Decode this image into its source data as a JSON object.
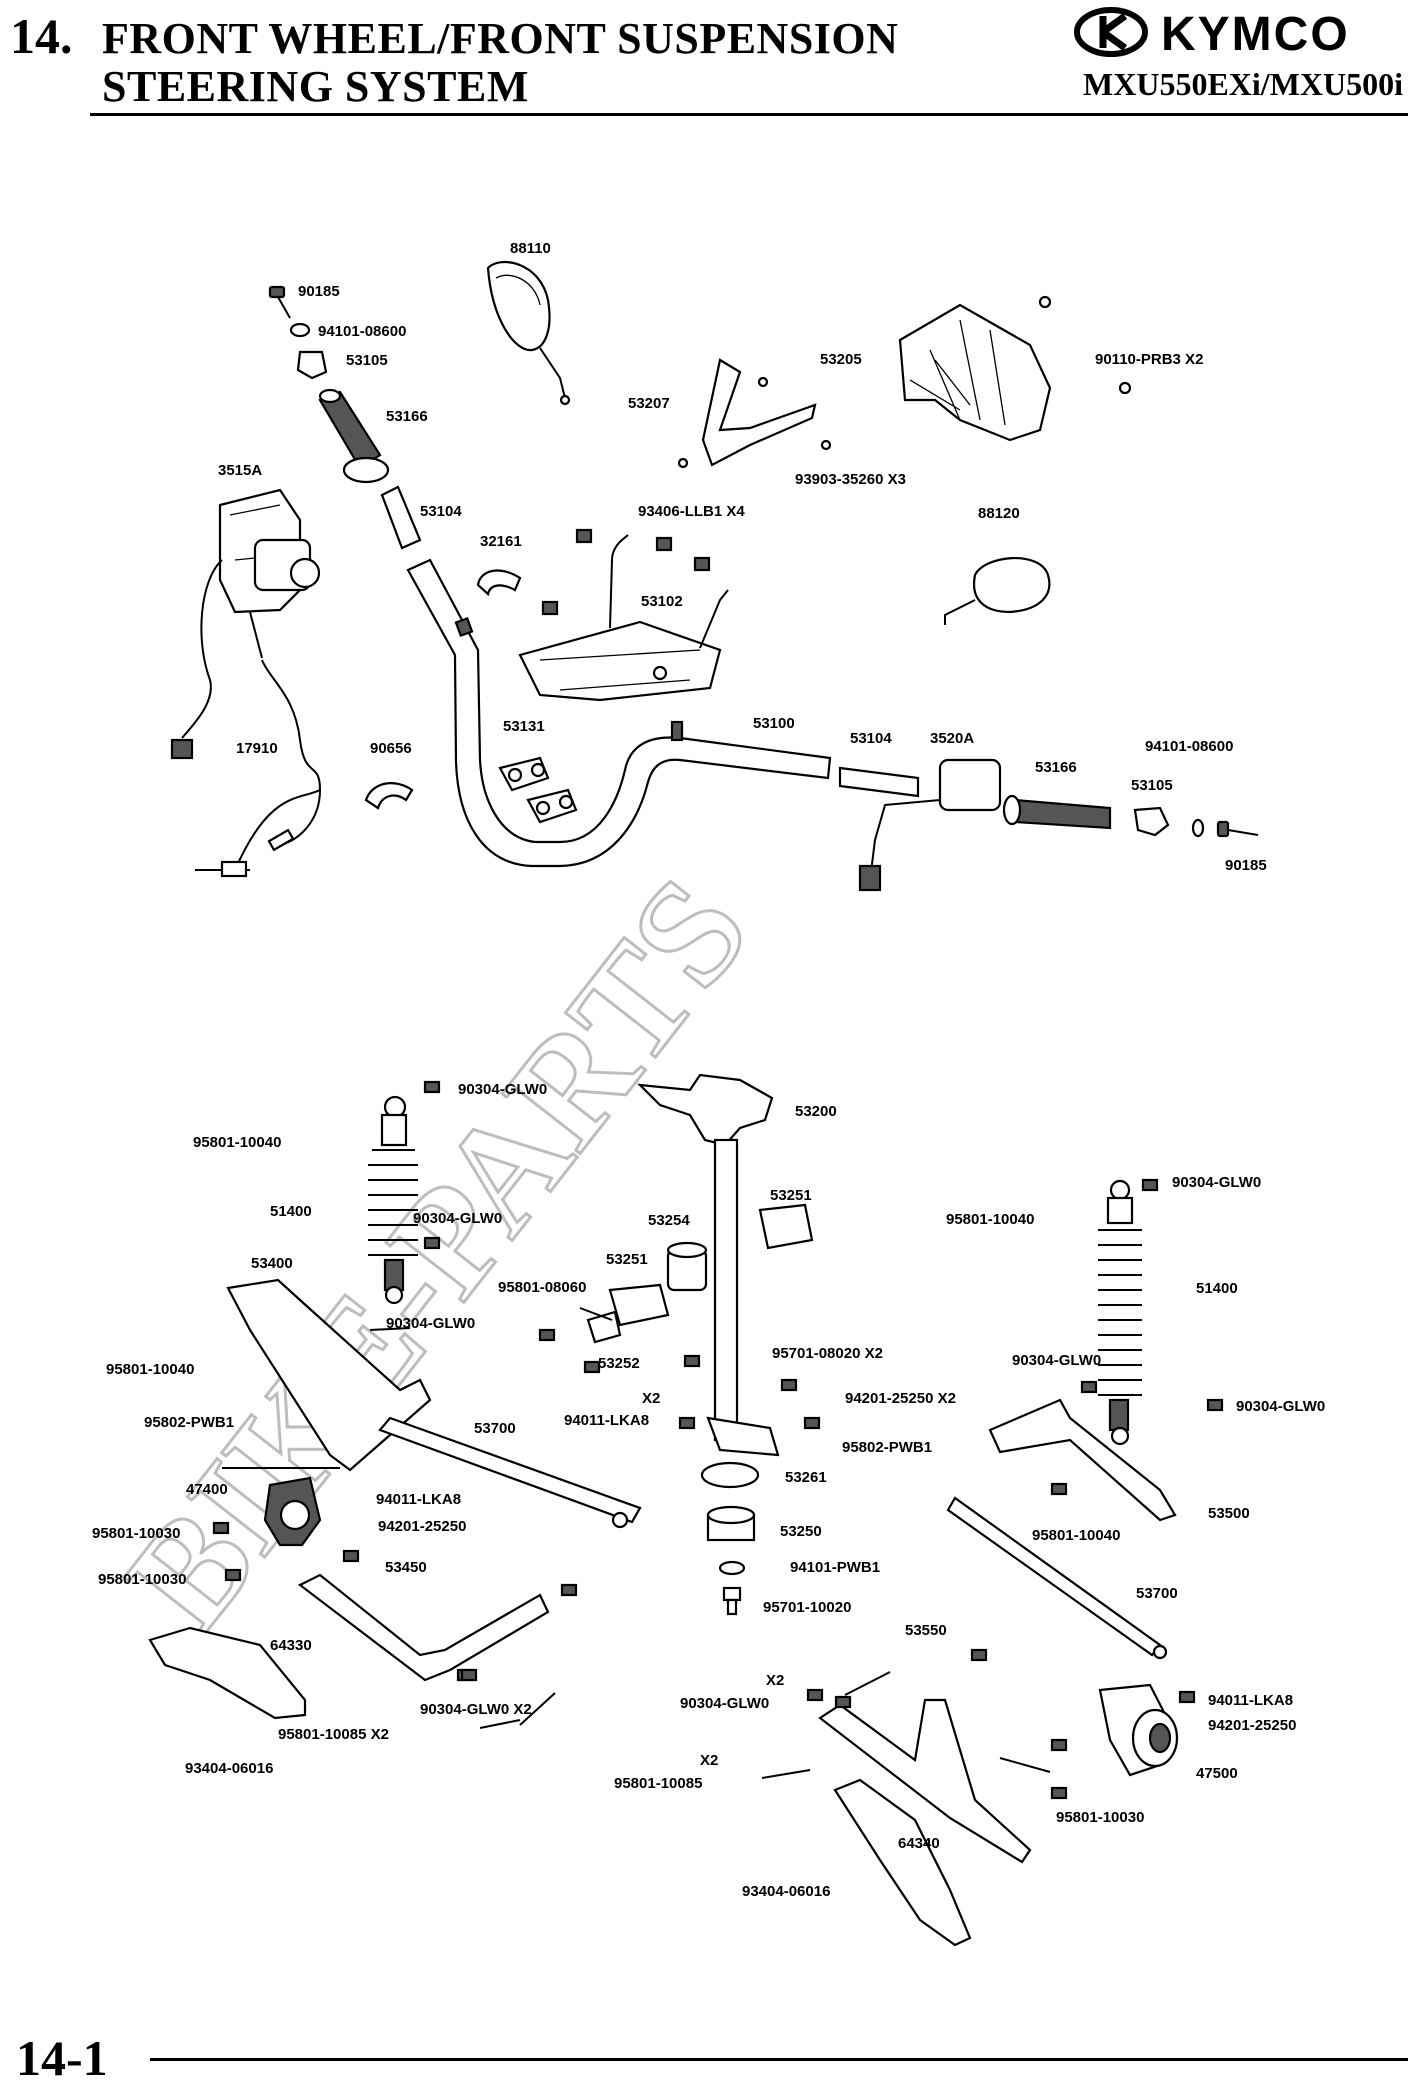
{
  "header": {
    "chapter_number": "14.",
    "title_line1": "FRONT WHEEL/FRONT SUSPENSION",
    "title_line2": "STEERING SYSTEM",
    "brand": "KYMCO",
    "model": "MXU550EXi/MXU500i"
  },
  "watermark": "BIKE-PARTS",
  "footer": {
    "page_number": "14-1"
  },
  "colors": {
    "ink": "#000000",
    "watermark": "#bdbdbd",
    "background": "#ffffff"
  },
  "part_labels": {
    "p88110": "88110",
    "p90185_top": "90185",
    "p94101_08600_top": "94101-08600",
    "p53105_top": "53105",
    "p53166_top": "53166",
    "p53207": "53207",
    "p53205": "53205",
    "p90110": "90110-PRB3 X2",
    "p93903": "93903-35260 X3",
    "p3515A": "3515A",
    "p53104_top": "53104",
    "p93406": "93406-LLB1 X4",
    "p88120": "88120",
    "p32161": "32161",
    "p53102": "53102",
    "p17910": "17910",
    "p90656": "90656",
    "p53131": "53131",
    "p53100": "53100",
    "p53104_right": "53104",
    "p3520A": "3520A",
    "p53166_right": "53166",
    "p94101_08600_right": "94101-08600",
    "p53105_right": "53105",
    "p90185_right": "90185",
    "p90304_a": "90304-GLW0",
    "p53200": "53200",
    "p95801_10040_a": "95801-10040",
    "p51400_left": "51400",
    "p90304_b": "90304-GLW0",
    "p53251_right": "53251",
    "p53254": "53254",
    "p53400": "53400",
    "p53251_left": "53251",
    "p95801_08060": "95801-08060",
    "p90304_c": "90304-GLW0",
    "p53252": "53252",
    "p95801_10040_b": "95801-10040",
    "p95701_08020": "95701-08020 X2",
    "p94201_25250_a": "94201-25250 X2",
    "p95802_pwb1_left": "95802-PWB1",
    "p94011_lka8_a": "94011-LKA8",
    "p94011_lka8_a_x2": "X2",
    "p53700_left": "53700",
    "p47400": "47400",
    "p94011_lka8_b": "94011-LKA8",
    "p94201_25250_b": "94201-25250",
    "p95801_10030_a": "95801-10030",
    "p95801_10030_b": "95801-10030",
    "p53450": "53450",
    "p64330": "64330",
    "p95801_10085_a": "95801-10085 X2",
    "p90304_d": "90304-GLW0 X2",
    "p93404_a": "93404-06016",
    "p53261": "53261",
    "p53250": "53250",
    "p94101_pwb1": "94101-PWB1",
    "p95701_10020": "95701-10020",
    "p90304_e": "90304-GLW0",
    "p95801_10040_c": "95801-10040",
    "p51400_right": "51400",
    "p90304_f": "90304-GLW0",
    "p90304_g": "90304-GLW0",
    "p95802_pwb1_right": "95802-PWB1",
    "p53500": "53500",
    "p95801_10040_d": "95801-10040",
    "p53700_right": "53700",
    "p53550": "53550",
    "p90304_h_x2": "X2",
    "p90304_h": "90304-GLW0",
    "p95801_10085_b_x2": "X2",
    "p95801_10085_b": "95801-10085",
    "p94011_lka8_c": "94011-LKA8",
    "p94201_25250_c": "94201-25250",
    "p47500": "47500",
    "p95801_10030_c": "95801-10030",
    "p64340": "64340",
    "p93404_b": "93404-06016"
  }
}
